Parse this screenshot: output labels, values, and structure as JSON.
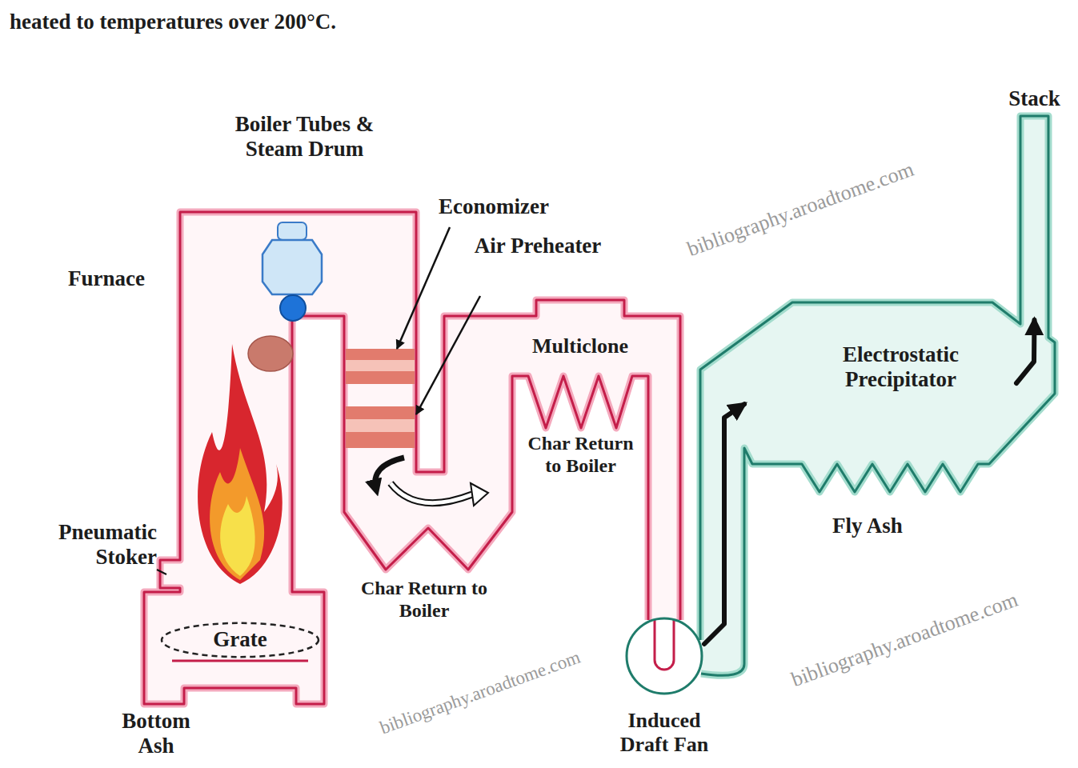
{
  "diagram": {
    "nodes": [
      {
        "text": [
          "Furnace"
        ]
      },
      {
        "text": [
          "Grate"
        ],
        "in": 0
      },
      {
        "text": [
          "Multiclone"
        ]
      },
      {
        "text": [
          "Induced Draft Fan"
        ]
      },
      {
        "text": [
          "Electrostatic Precipitator"
        ]
      },
      {
        "text": [
          "Stack"
        ]
      }
    ],
    "edges": [
      {
        "from": 3,
        "to": 4,
        "arrow": "to"
      },
      {
        "from": 4,
        "to": 5,
        "arrow": "to"
      }
    ],
    "labels": [
      "heated to temperatures over 200°C.",
      "Boiler Tubes & Steam Drum",
      "Economizer",
      "Air Preheater",
      "Char Return to Boiler",
      "Char Return to Boiler",
      "Fly Ash",
      "Pneumatic Stoker",
      "Bottom Ash",
      "bibliography.aroadtome.com",
      "bibliography.aroadtome.com",
      "bibliography.aroadtome.com"
    ]
  }
}
